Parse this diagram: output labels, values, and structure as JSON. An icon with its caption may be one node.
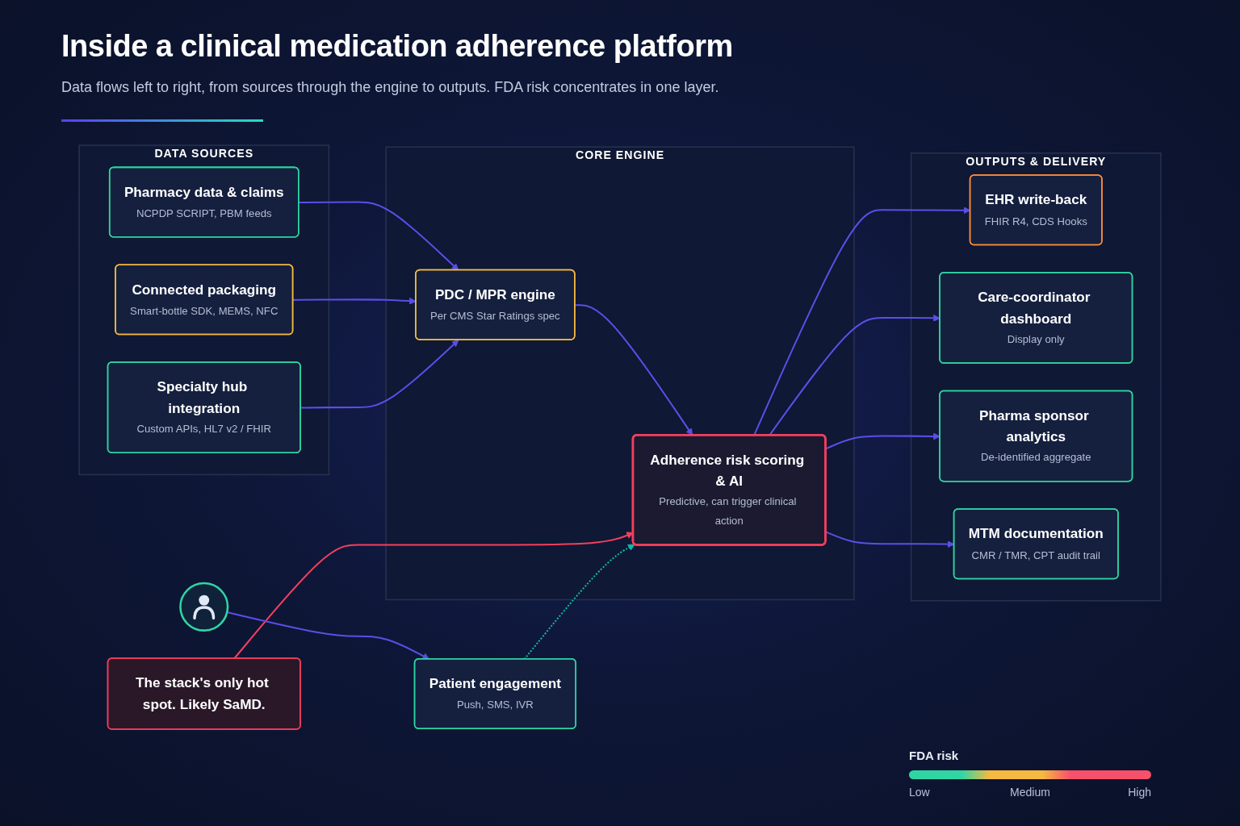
{
  "diagram": {
    "title": "Inside a clinical medication adherence platform",
    "nodes": [
      {
        "text": [
          "DATA SOURCES"
        ]
      },
      {
        "text": [
          "Pharmacy data & claims",
          "NCPDP SCRIPT, PBM feeds"
        ],
        "in": 0
      },
      {
        "text": [
          "Connected packaging",
          "Smart-bottle SDK, MEMS, NFC"
        ],
        "in": 0
      },
      {
        "text": [
          "Specialty hub integration",
          "Custom APIs, HL7 v2 / FHIR"
        ],
        "in": 0
      },
      {
        "text": [
          "CORE ENGINE"
        ]
      },
      {
        "text": [
          "PDC / MPR engine",
          "Per CMS Star Ratings spec"
        ],
        "in": 4
      },
      {
        "text": [
          "Adherence risk scoring & AI",
          "Predictive, can trigger clinical action"
        ],
        "in": 4
      },
      {
        "text": [
          "The stack's only hot spot. Likely SaMD."
        ]
      },
      {
        "text": [
          "OUTPUTS & DELIVERY"
        ]
      },
      {
        "text": [
          "EHR write-back",
          "FHIR R4, CDS Hooks"
        ],
        "in": 8
      },
      {
        "text": [
          "Care-coordinator dashboard",
          "Display only"
        ],
        "in": 8
      },
      {
        "text": [
          "Pharma sponsor analytics",
          "De-identified aggregate"
        ],
        "in": 8
      },
      {
        "text": [
          "MTM documentation",
          "CMR / TMR, CPT audit trail"
        ],
        "in": 8
      },
      {
        "text": [],
        "shape": "person"
      },
      {
        "text": [
          "Patient engagement",
          "Push, SMS, IVR"
        ]
      }
    ],
    "edges": [
      {
        "from": 1,
        "to": 5,
        "arrow": "to"
      },
      {
        "from": 2,
        "to": 5,
        "arrow": "to"
      },
      {
        "from": 3,
        "to": 5,
        "arrow": "to"
      },
      {
        "from": 5,
        "to": 6,
        "arrow": "to"
      },
      {
        "from": 7,
        "to": 6,
        "arrow": "to",
        "color": "#f43f5e"
      },
      {
        "from": 6,
        "to": 9,
        "arrow": "to"
      },
      {
        "from": 6,
        "to": 10,
        "arrow": "to"
      },
      {
        "from": 6,
        "to": 11,
        "arrow": "to"
      },
      {
        "from": 6,
        "to": 12,
        "arrow": "to"
      },
      {
        "from": 13,
        "to": 14,
        "arrow": "to"
      },
      {
        "from": 14,
        "to": 6,
        "arrow": "to",
        "style": "dashed",
        "color": "#14b8a6"
      }
    ],
    "labels": [
      "Data flows left to right, from sources through the engine to outputs. FDA risk concentrates in one layer.",
      "FDA risk"
    ],
    "legend": [
      {
        "text": "Low",
        "color": "#2fd6a3"
      },
      {
        "text": "Medium",
        "color": "#f5b942"
      },
      {
        "text": "High",
        "color": "#f7506a"
      }
    ]
  }
}
